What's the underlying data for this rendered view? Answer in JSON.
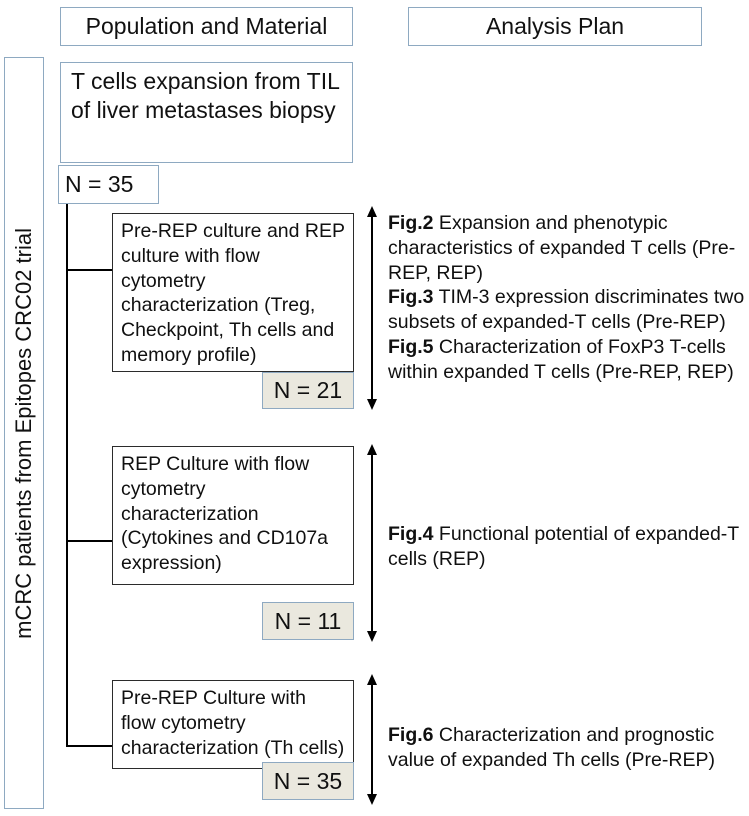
{
  "headers": {
    "population": "Population and Material",
    "analysis": "Analysis Plan"
  },
  "side_label": "mCRC patients from Epitopes CRC02 trial",
  "source": {
    "text": "T cells expansion from TIL of liver metastases biopsy",
    "n_label": "N = 35"
  },
  "branches": [
    {
      "id": "pre-rep-and-rep",
      "description": "Pre-REP culture and REP culture with flow cytometry characterization (Treg, Checkpoint, Th cells and memory profile)",
      "n_label": "N = 21",
      "plan": [
        {
          "fig": "Fig.2",
          "text": " Expansion and phenotypic characteristics of expanded T cells (Pre-REP, REP)"
        },
        {
          "fig": "Fig.3",
          "text": " TIM-3 expression discriminates two subsets of expanded-T cells (Pre-REP)"
        },
        {
          "fig": "Fig.5",
          "text": " Characterization of FoxP3 T-cells within expanded T cells (Pre-REP, REP)"
        }
      ]
    },
    {
      "id": "rep-culture",
      "description": "REP Culture with flow cytometry characterization (Cytokines and CD107a expression)",
      "n_label": "N = 11",
      "plan": [
        {
          "fig": "Fig.4",
          "text": " Functional potential of expanded-T cells (REP)"
        }
      ]
    },
    {
      "id": "pre-rep-culture",
      "description": "Pre-REP Culture with flow cytometry characterization (Th cells)",
      "n_label": "N = 35",
      "plan": [
        {
          "fig": "Fig.6",
          "text": " Characterization and prognostic value of expanded Th cells (Pre-REP)"
        }
      ]
    }
  ],
  "colors": {
    "box_border_blue": "#8EA9C1",
    "box_border_dark": "#2b2b2b",
    "n_box_fill": "#EAE8DE",
    "text": "#101010",
    "background": "#FFFFFF"
  }
}
